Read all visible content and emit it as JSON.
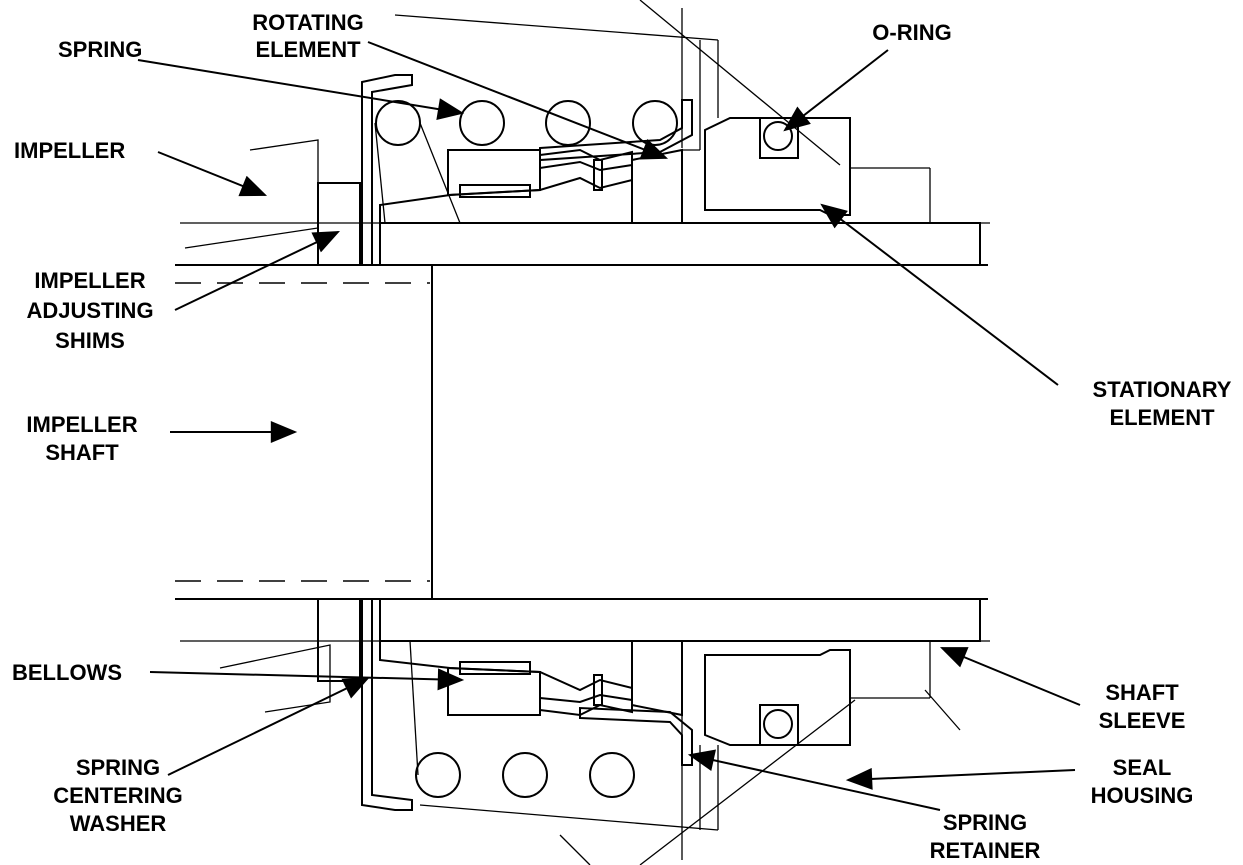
{
  "labels": {
    "spring": "SPRING",
    "rotating_1": "ROTATING",
    "rotating_2": "ELEMENT",
    "oring": "O-RING",
    "impeller": "IMPELLER",
    "adj_1": "IMPELLER",
    "adj_2": "ADJUSTING",
    "adj_3": "SHIMS",
    "shaft_1": "IMPELLER",
    "shaft_2": "SHAFT",
    "stat_1": "STATIONARY",
    "stat_2": "ELEMENT",
    "bellows": "BELLOWS",
    "sleeve_1": "SHAFT",
    "sleeve_2": "SLEEVE",
    "washer_1": "SPRING",
    "washer_2": "CENTERING",
    "washer_3": "WASHER",
    "housing_1": "SEAL",
    "housing_2": "HOUSING",
    "retainer_1": "SPRING",
    "retainer_2": "RETAINER"
  }
}
